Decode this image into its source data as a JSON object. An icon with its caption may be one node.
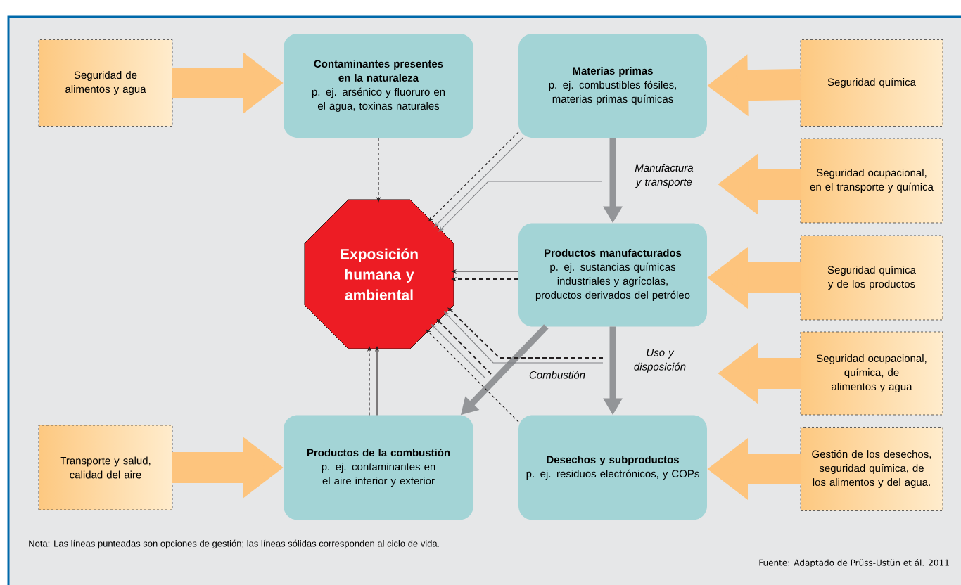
{
  "diagram": {
    "nodes": [
      {
        "text": [
          "Seguridad de alimentos y agua"
        ]
      },
      {
        "text": [
          "Contaminantes presentes en la naturaleza",
          "p. ej. arsénico y fluoruro en el agua, toxinas naturales"
        ]
      },
      {
        "text": [
          "Materias primas",
          "p. ej. combustibles fósiles, materias primas químicas"
        ]
      },
      {
        "text": [
          "Seguridad química"
        ]
      },
      {
        "text": [
          "Seguridad ocupacional, en el transporte y química"
        ]
      },
      {
        "text": [
          "Exposición humana y ambiental"
        ]
      },
      {
        "text": [
          "Productos manufacturados",
          "p. ej. sustancias químicas industriales y agrícolas, productos derivados del petróleo"
        ]
      },
      {
        "text": [
          "Seguridad química y de los productos"
        ]
      },
      {
        "text": [
          "Seguridad ocupacional, química, de alimentos y agua"
        ]
      },
      {
        "text": [
          "Transporte y salud, calidad del aire"
        ]
      },
      {
        "text": [
          "Productos de la combustión",
          "p. ej. contaminantes en el aire interior y exterior"
        ]
      },
      {
        "text": [
          "Desechos y subproductos",
          "p. ej. residuos electrónicos, y COPs"
        ]
      },
      {
        "text": [
          "Gestión de los desechos, seguridad química, de los alimentos y del agua."
        ]
      }
    ],
    "edges": [
      {
        "from": 0,
        "to": 1,
        "arrow": "to",
        "style": "thick",
        "color": "#fdc47d"
      },
      {
        "from": 3,
        "to": 2,
        "arrow": "to",
        "style": "thick",
        "color": "#fdc47d"
      },
      {
        "from": 4,
        "to": null,
        "arrow": "to",
        "style": "thick",
        "color": "#fdc47d"
      },
      {
        "from": 7,
        "to": 6,
        "arrow": "to",
        "style": "thick",
        "color": "#fdc47d"
      },
      {
        "from": 8,
        "to": null,
        "arrow": "to",
        "style": "thick",
        "color": "#fdc47d"
      },
      {
        "from": 9,
        "to": 10,
        "arrow": "to",
        "style": "thick",
        "color": "#fdc47d"
      },
      {
        "from": 12,
        "to": 11,
        "arrow": "to",
        "style": "thick",
        "color": "#fdc47d"
      },
      {
        "from": 2,
        "to": 6,
        "arrow": "to",
        "label": "Manufactura y transporte",
        "style": "thick",
        "color": "#939598"
      },
      {
        "from": 6,
        "to": 11,
        "arrow": "to",
        "label": "Uso y disposición",
        "style": "thick",
        "color": "#939598"
      },
      {
        "from": 6,
        "to": 10,
        "arrow": "to",
        "label": "Combustión",
        "style": "thick",
        "color": "#939598"
      },
      {
        "from": 1,
        "to": 5,
        "arrow": "to",
        "style": "dashed"
      },
      {
        "from": 2,
        "to": 5,
        "arrow": "to",
        "style": "dashed"
      },
      {
        "from": 2,
        "to": 5,
        "arrow": "to",
        "color": "#808285"
      },
      {
        "from": null,
        "to": 5,
        "arrow": "to",
        "color": "#808285"
      },
      {
        "from": 6,
        "to": 5,
        "arrow": "to"
      },
      {
        "from": 6,
        "to": 5,
        "arrow": "to",
        "style": "dashed"
      },
      {
        "from": null,
        "to": 5,
        "arrow": "to",
        "style": "dashed"
      },
      {
        "from": null,
        "to": 5,
        "arrow": "to",
        "color": "#808285"
      },
      {
        "from": null,
        "to": 5,
        "arrow": "to",
        "style": "dashed"
      },
      {
        "from": null,
        "to": 5,
        "arrow": "to",
        "color": "#808285"
      },
      {
        "from": 11,
        "to": 5,
        "arrow": "to",
        "style": "dashed"
      },
      {
        "from": 10,
        "to": 5,
        "arrow": "to",
        "style": "dashed"
      },
      {
        "from": 10,
        "to": 5,
        "arrow": "to"
      }
    ],
    "labels": [
      "Nota: Las líneas punteadas son opciones de gestión; las líneas sólidas corresponden al ciclo de vida.",
      "Fuente: Adaptado de Prüss-Ustün et ál. 2011"
    ]
  }
}
